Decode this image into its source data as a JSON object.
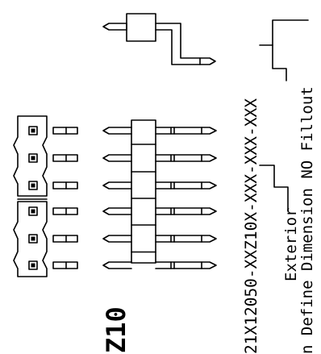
{
  "series_label": "Z10",
  "part_number": "21X12050-XXZ10X-XXX-XXX-XXX",
  "callouts": {
    "exterior": "Exterior",
    "define": "n Define Dimension NO Fillout"
  },
  "ink_color": "#000000"
}
